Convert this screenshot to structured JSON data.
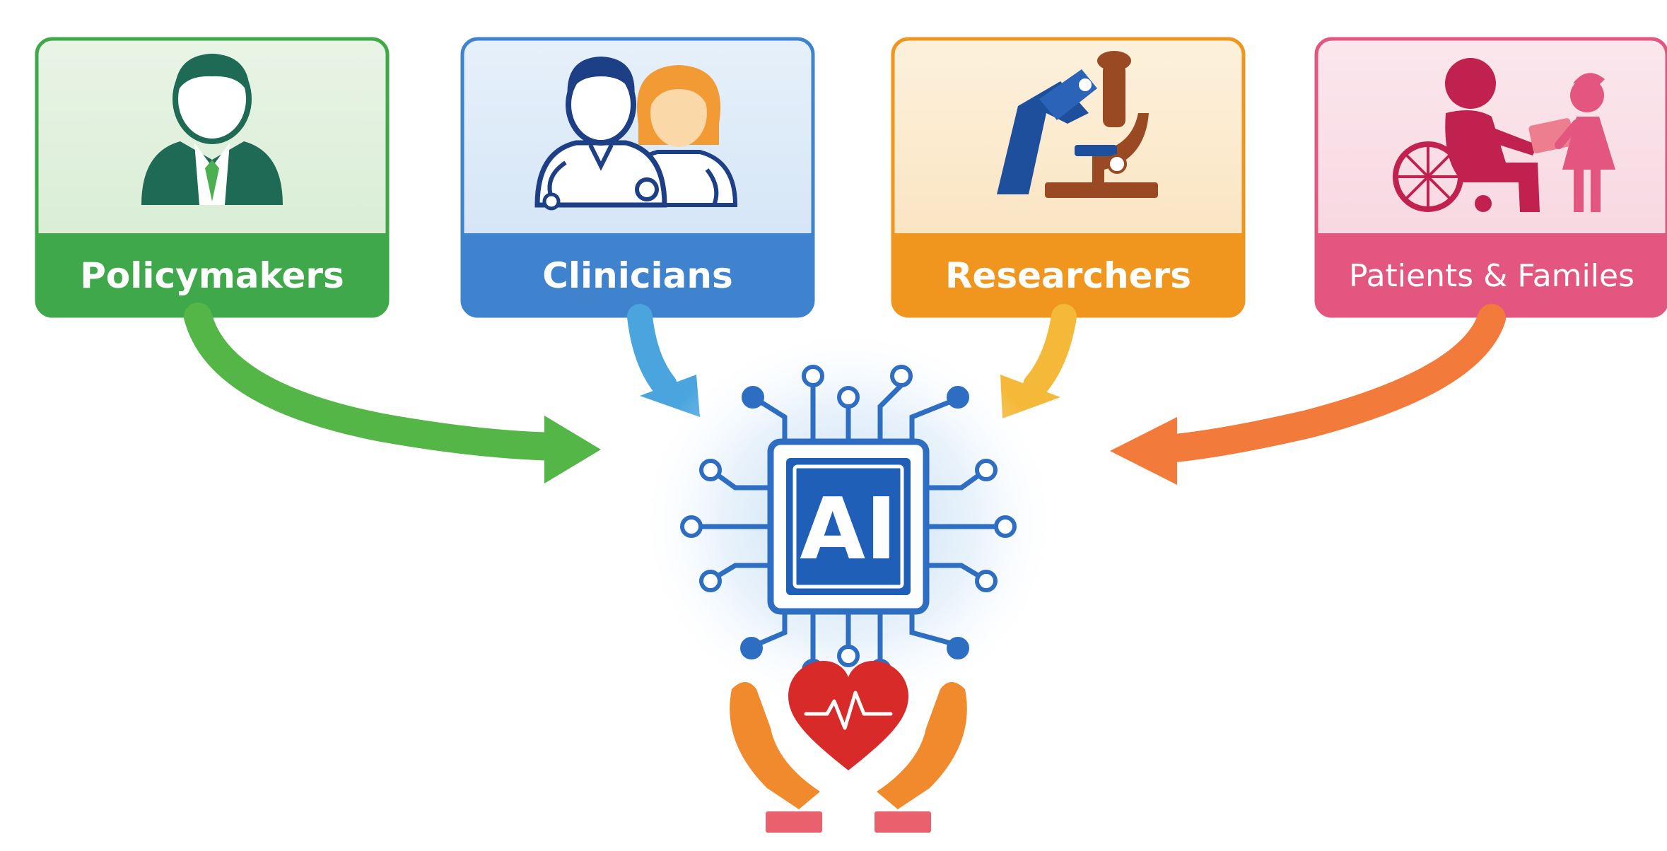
{
  "stakeholders": [
    {
      "label": "Policymakers",
      "icon": "policymaker-icon",
      "color": "#3fa84a",
      "tint": "#dcefd9"
    },
    {
      "label": "Clinicians",
      "icon": "clinicians-icon",
      "color": "#3f83cf",
      "tint": "#d8e8f7"
    },
    {
      "label": "Researchers",
      "icon": "microscope-icon",
      "color": "#f0961e",
      "tint": "#fbe8c8"
    },
    {
      "label": "Patients & Familes",
      "icon": "patient-family-icon",
      "color": "#e25680",
      "tint": "#f9dbe4"
    }
  ],
  "hub": {
    "label": "AI",
    "icon": "ai-chip-icon",
    "color": "#1f5fb8",
    "glow": "#cfe3f6"
  },
  "care": {
    "icon": "heart-in-hands-icon",
    "heart_color": "#d92a2a",
    "hand_color": "#f08a2c"
  },
  "arrow_colors": [
    "#55b648",
    "#4aa5de",
    "#f5b93a",
    "#f27a3a"
  ]
}
